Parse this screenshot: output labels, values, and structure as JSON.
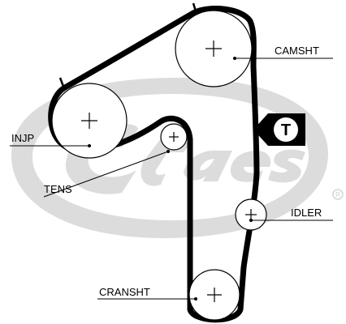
{
  "labels": {
    "camshaft": "CAMSHT",
    "injection_pump": "INJP",
    "tensioner": "TENS",
    "idler": "IDLER",
    "crankshaft": "CRANSHT"
  },
  "tensioner_badge": "T",
  "watermark": {
    "brand_text": "Gates",
    "registered_mark": "®",
    "color": "#d9d9d9"
  },
  "colors": {
    "belt": "#000000",
    "pulley_outline": "#000000",
    "badge": "#000000"
  }
}
